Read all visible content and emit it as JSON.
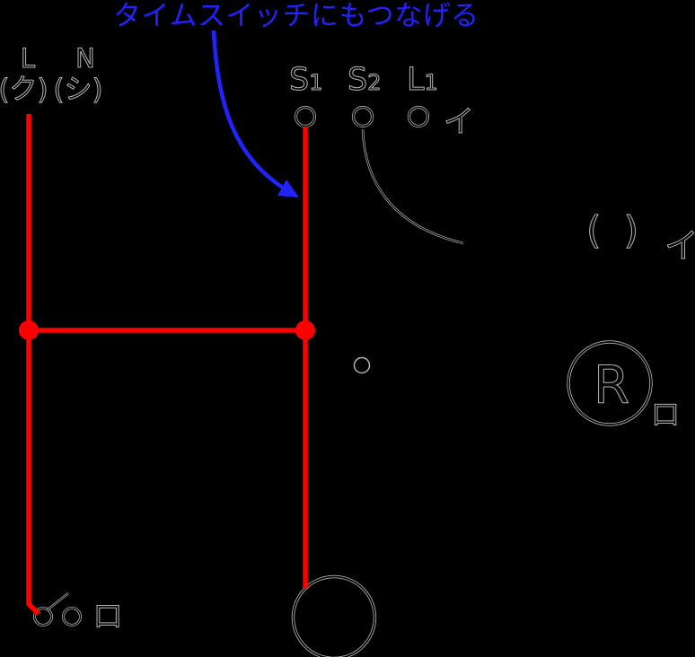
{
  "diagram": {
    "annotation": {
      "text": "タイムスイッチにもつなげる",
      "color": "#2222ff"
    },
    "power": {
      "line_label": "L",
      "neutral_label": "N",
      "line_wire_label": "(ク)",
      "neutral_wire_label": "(シ)"
    },
    "timeswitch": {
      "s1_base": "S",
      "s1_sub": "1",
      "s2_base": "S",
      "s2_sub": "2",
      "l1_base": "L",
      "l1_sub": "1",
      "l1_circuit_label": "イ"
    },
    "lamp": {
      "symbol": "( )",
      "circuit_label": "イ"
    },
    "relay": {
      "letter": "R",
      "circuit_label": "ロ"
    },
    "switch": {
      "circuit_label": "ロ"
    },
    "colors": {
      "background": "#000000",
      "wire": "#fe0000",
      "ink": "#b3b3b3",
      "annotation": "#2222ff"
    }
  }
}
